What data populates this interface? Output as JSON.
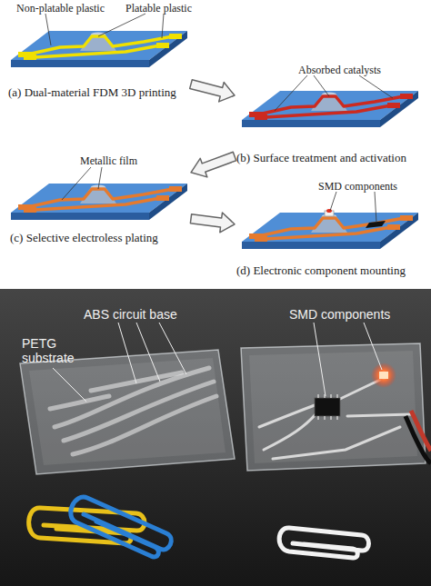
{
  "diagram": {
    "nodes": [
      {
        "text": [
          "(a) Dual-material FDM 3D printing"
        ]
      },
      {
        "text": [
          "(b) Surface treatment and activation"
        ]
      },
      {
        "text": [
          "(c) Selective electroless plating"
        ]
      },
      {
        "text": [
          "(d) Electronic component mounting"
        ]
      }
    ],
    "edges": [
      {
        "from": 0,
        "to": 1,
        "arrow": "to"
      },
      {
        "from": 1,
        "to": 2,
        "arrow": "to"
      },
      {
        "from": 2,
        "to": 3,
        "arrow": "to"
      }
    ],
    "labels": [
      "Non-platable plastic",
      "Platable plastic",
      "Absorbed catalysts",
      "Metallic film",
      "SMD components",
      "ABS circuit base",
      "SMD components",
      "PETG substrate"
    ]
  }
}
